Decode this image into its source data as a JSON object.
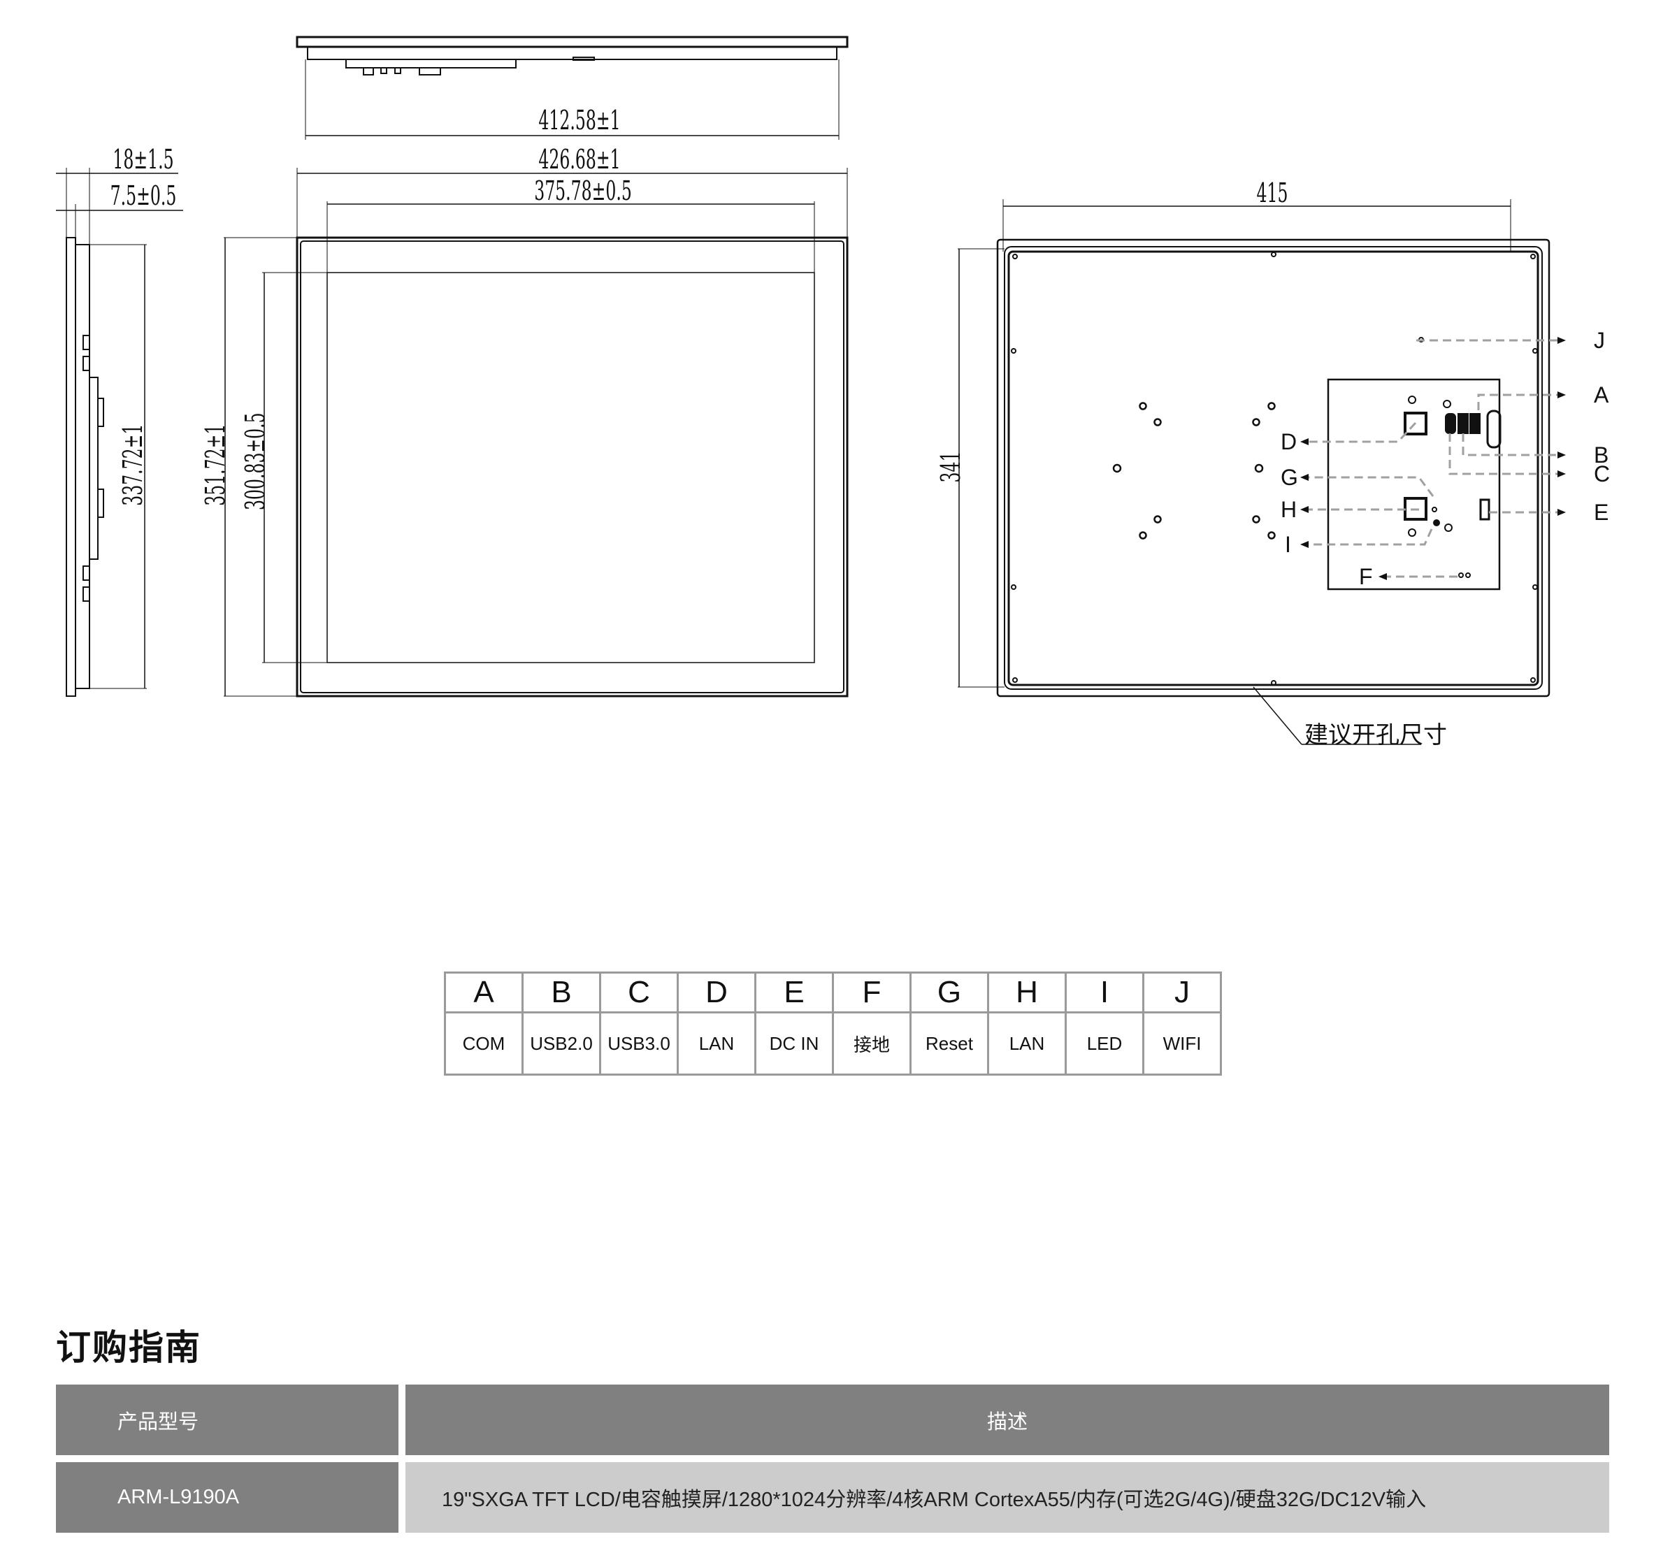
{
  "drawing": {
    "top_view": {
      "width_dim": "412.58±1"
    },
    "front_view": {
      "outer_width_dim": "426.68±1",
      "screen_width_dim": "375.78±0.5",
      "outer_height_dim": "351.72±1",
      "screen_height_dim": "300.83±0.5"
    },
    "side_view": {
      "depth_dim": "18±1.5",
      "bezel_dim": "7.5±0.5",
      "body_height_dim": "337.72±1"
    },
    "rear_view": {
      "cutout_width_dim": "415",
      "cutout_height_dim": "341",
      "cutout_note": "建议开孔尺寸",
      "callouts": [
        "A",
        "B",
        "C",
        "D",
        "E",
        "F",
        "G",
        "H",
        "I",
        "J"
      ]
    }
  },
  "port_legend": {
    "letters": [
      "A",
      "B",
      "C",
      "D",
      "E",
      "F",
      "G",
      "H",
      "I",
      "J"
    ],
    "names": [
      "COM",
      "USB2.0",
      "USB3.0",
      "LAN",
      "DC IN",
      "接地",
      "Reset",
      "LAN",
      "LED",
      "WIFI"
    ]
  },
  "ordering": {
    "title": "订购指南",
    "headers": {
      "model": "产品型号",
      "description": "描述"
    },
    "rows": [
      {
        "model": "ARM-L9190A",
        "description": "19\"SXGA TFT LCD/电容触摸屏/1280*1024分辨率/4核ARM CortexA55/内存(可选2G/4G)/硬盘32G/DC12V输入"
      }
    ]
  },
  "colors": {
    "header_bg": "#808080",
    "row_light_bg": "#cccccc",
    "border": "#9a9a9a",
    "line": "#111111",
    "dash": "#a0a0a0"
  }
}
